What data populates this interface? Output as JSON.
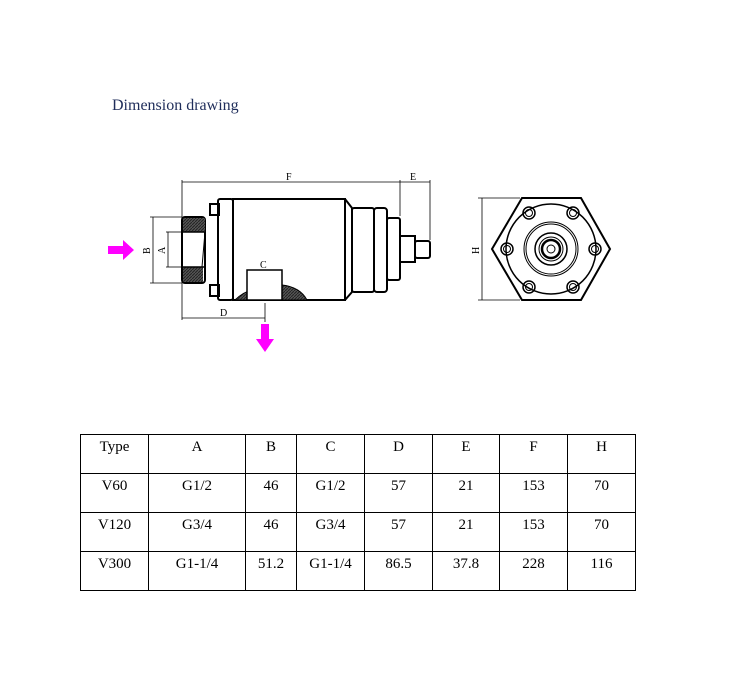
{
  "title": "Dimension drawing",
  "drawing": {
    "labels": {
      "F": "F",
      "E": "E",
      "D": "D",
      "C": "C",
      "B": "B",
      "A": "A",
      "H": "H"
    },
    "arrow_color": "#ff00ff"
  },
  "table": {
    "headers": [
      "Type",
      "A",
      "B",
      "C",
      "D",
      "E",
      "F",
      "H"
    ],
    "rows": [
      [
        "V60",
        "G1/2",
        "46",
        "G1/2",
        "57",
        "21",
        "153",
        "70"
      ],
      [
        "V120",
        "G3/4",
        "46",
        "G3/4",
        "57",
        "21",
        "153",
        "70"
      ],
      [
        "V300",
        "G1-1/4",
        "51.2",
        "G1-1/4",
        "86.5",
        "37.8",
        "228",
        "116"
      ]
    ]
  }
}
